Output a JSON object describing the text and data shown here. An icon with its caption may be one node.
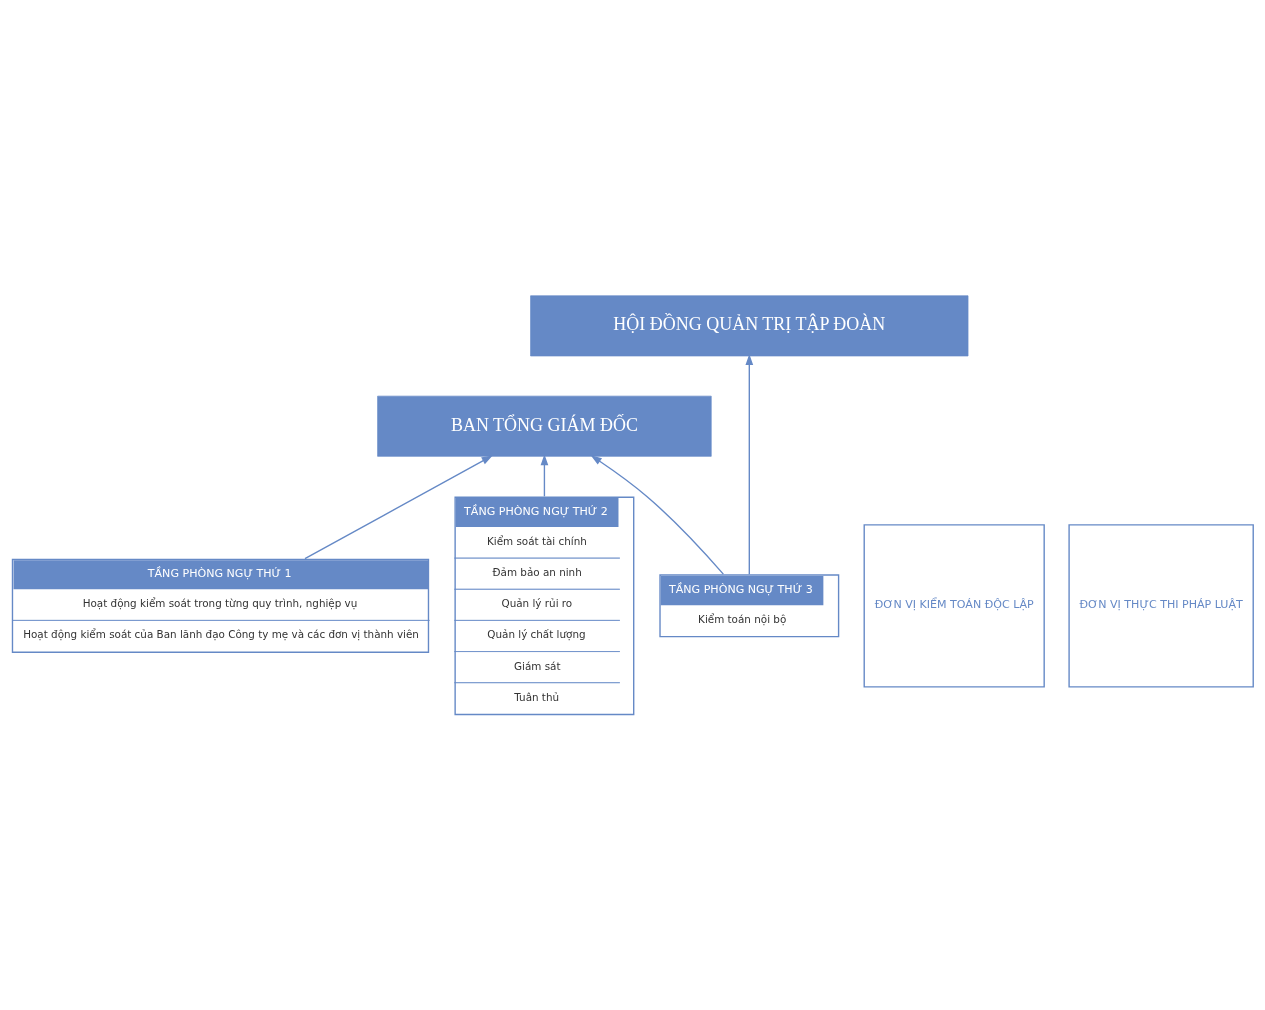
{
  "diagram": {
    "nodes": [
      {
        "text": [
          "HỘI ĐỒNG QUẢN TRỊ TẬP ĐOÀN"
        ]
      },
      {
        "text": [
          "BAN TỔNG GIÁM ĐỐC"
        ]
      },
      {
        "text": [
          "TẦNG PHÒNG NGỰ THỨ 1",
          "Hoạt động kiểm soát trong từng quy trình, nghiệp vụ",
          "Hoạt động kiểm soát của Ban lãnh đạo Công ty mẹ và các đơn vị thành viên"
        ]
      },
      {
        "text": [
          "TẦNG PHÒNG NGỰ THỨ 2",
          "Kiểm soát tài chính",
          "Đảm bảo an ninh",
          "Quản lý rủi ro",
          "Quản lý chất lượng",
          "Giám sát",
          "Tuân thủ"
        ]
      },
      {
        "text": [
          "TẦNG PHÒNG NGỰ THỨ 3",
          "Kiểm toán nội bộ"
        ]
      },
      {
        "text": [
          "ĐƠN VỊ KIỂM TOÁN ĐỘC LẬP"
        ]
      },
      {
        "text": [
          "ĐƠN VỊ THỰC THI PHÁP LUẬT"
        ]
      }
    ],
    "edges": [
      {
        "from": 2,
        "to": 1,
        "arrow": "to"
      },
      {
        "from": 3,
        "to": 1,
        "arrow": "to"
      },
      {
        "from": 4,
        "to": 1,
        "arrow": "to"
      },
      {
        "from": 4,
        "to": 0,
        "arrow": "to"
      }
    ]
  }
}
